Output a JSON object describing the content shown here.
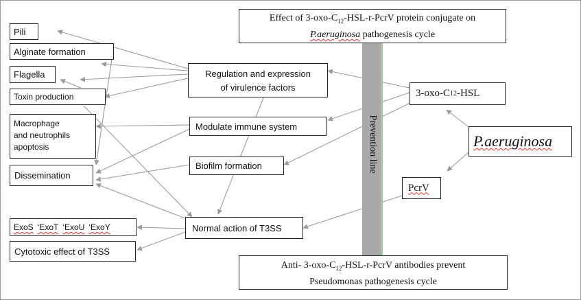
{
  "title": {
    "line1_pre": "Effect of 3-oxo-C",
    "line1_sub": "12",
    "line1_post": "-HSL-r-PcrV  protein conjugate on",
    "line2_species": "P.aeruginosa",
    "line2_rest": " pathogenesis cycle"
  },
  "prevention_line": "Prevention line",
  "outcomes": {
    "pili": "Pili",
    "alginate": "Alginate formation",
    "flagella": "Flagella",
    "toxin": "Toxin production",
    "macrophage_1": "Macrophage",
    "macrophage_2": "and  neutrophils",
    "macrophage_3": "apoptosis",
    "dissemination": "Dissemination",
    "exo": {
      "exos": "ExoS",
      "exot": "‘ExoT",
      "exou": "‘ExoU",
      "exoy": "‘ExoY"
    },
    "cytotoxic": "Cytotoxic effect of T3SS"
  },
  "mechanisms": {
    "regulation_1": "Regulation and expression",
    "regulation_2": "of virulence factors",
    "immune": "Modulate immune system",
    "biofilm": "Biofilm formation",
    "t3ss": "Normal action of T3SS"
  },
  "sources": {
    "hsl_pre": "3-oxo-C",
    "hsl_sub": "12",
    "hsl_post": "-HSL",
    "pcrv": "PcrV",
    "species": "P.aeruginosa"
  },
  "footer": {
    "line1_pre": "Anti- 3-oxo-C",
    "line1_sub": "12",
    "line1_post": "-HSL-r-PcrV antibodies prevent",
    "line2": "Pseudomonas pathogenesis cycle"
  },
  "colors": {
    "arrow": "#9c9c9c",
    "bar": "#a9a9a9",
    "bar_edge": "#9ed49e",
    "box_border": "#222222",
    "spell_underline": "#dd3333"
  }
}
